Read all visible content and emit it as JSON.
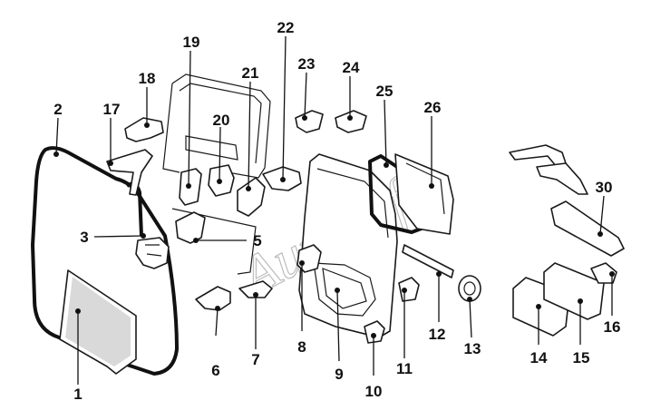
{
  "callouts": [
    {
      "id": "1",
      "label": "1"
    },
    {
      "id": "2",
      "label": "2"
    },
    {
      "id": "3",
      "label": "3"
    },
    {
      "id": "5",
      "label": "5"
    },
    {
      "id": "6",
      "label": "6"
    },
    {
      "id": "7",
      "label": "7"
    },
    {
      "id": "8",
      "label": "8"
    },
    {
      "id": "9",
      "label": "9"
    },
    {
      "id": "10",
      "label": "10"
    },
    {
      "id": "11",
      "label": "11"
    },
    {
      "id": "12",
      "label": "12"
    },
    {
      "id": "13",
      "label": "13"
    },
    {
      "id": "14",
      "label": "14"
    },
    {
      "id": "15",
      "label": "15"
    },
    {
      "id": "16",
      "label": "16"
    },
    {
      "id": "17",
      "label": "17"
    },
    {
      "id": "18",
      "label": "18"
    },
    {
      "id": "19",
      "label": "19"
    },
    {
      "id": "20",
      "label": "20"
    },
    {
      "id": "21",
      "label": "21"
    },
    {
      "id": "22",
      "label": "22"
    },
    {
      "id": "23",
      "label": "23"
    },
    {
      "id": "24",
      "label": "24"
    },
    {
      "id": "25",
      "label": "25"
    },
    {
      "id": "26",
      "label": "26"
    },
    {
      "id": "30",
      "label": "30"
    }
  ],
  "watermark": "AutoSoft",
  "colors": {
    "ink": "#111111",
    "watermark": "#bdbdbd",
    "shade": "#8a8a8a"
  }
}
